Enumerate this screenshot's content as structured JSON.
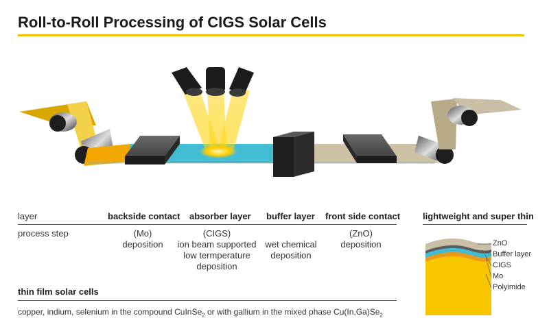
{
  "title": "Roll-to-Roll Processing of CIGS Solar Cells",
  "colors": {
    "accent": "#f2c400",
    "polyimide": "#f7c600",
    "mo": "#e89a1a",
    "cigs": "#3fbcd6",
    "buffer": "#7f7f7f",
    "zno": "#c9bfa6",
    "block": "#2f2f2f"
  },
  "table": {
    "row_labels": {
      "layer": "layer",
      "process": "process step"
    },
    "columns": [
      {
        "header": "backside contact",
        "line1": "(Mo)",
        "line2": "deposition",
        "line3": "",
        "line4": ""
      },
      {
        "header": "absorber layer",
        "line1": "(CIGS)",
        "line2": "ion beam supported",
        "line3": "low termperature",
        "line4": "deposition"
      },
      {
        "header": "buffer layer",
        "line1": "",
        "line2": "wet chemical",
        "line3": "deposition",
        "line4": ""
      },
      {
        "header": "front side contact",
        "line1": "(ZnO)",
        "line2": "deposition",
        "line3": "",
        "line4": ""
      }
    ]
  },
  "thin_film": {
    "heading": "thin film solar cells",
    "desc_part1": "copper, indium, selenium in the compound CuInSe",
    "sub1": "2",
    "desc_part2": " or with gallium in the mixed phase Cu(In,Ga)Se",
    "sub2": "2"
  },
  "stack": {
    "heading": "lightweight and super thin",
    "layers": [
      "ZnO",
      "Buffer layer",
      "CIGS",
      "Mo",
      "Polyimide"
    ]
  }
}
